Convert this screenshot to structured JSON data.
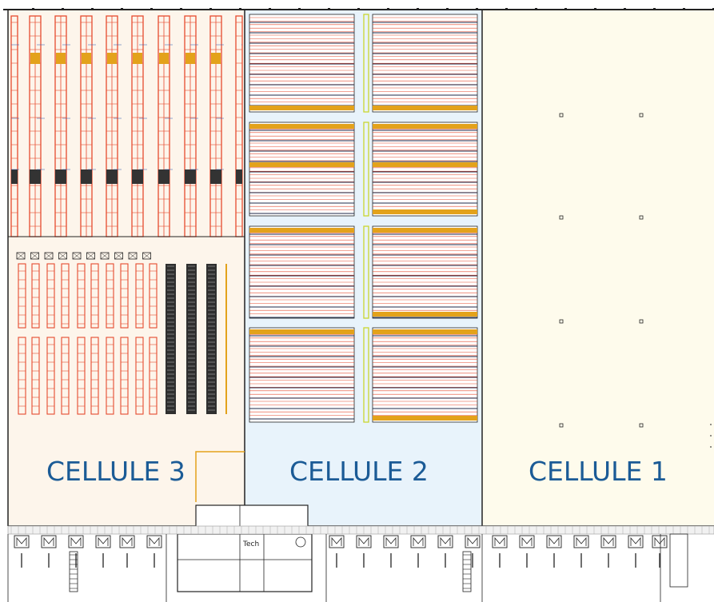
{
  "plan": {
    "cells": [
      {
        "id": "cellule-3",
        "label": "CELLULE 3",
        "fill": "#fdf5eb"
      },
      {
        "id": "cellule-2",
        "label": "CELLULE 2",
        "fill": "#e8f3fb"
      },
      {
        "id": "cellule-1",
        "label": "CELLULE 1",
        "fill": "#fefbec"
      }
    ],
    "office_label": "Tech",
    "colors": {
      "rack_red": "#e64a2e",
      "rack_orange": "#e3a21b",
      "label_blue": "#1b5b96",
      "outline": "#222222",
      "blue_line": "#2a56b0",
      "green_line": "#c9d62f"
    }
  }
}
